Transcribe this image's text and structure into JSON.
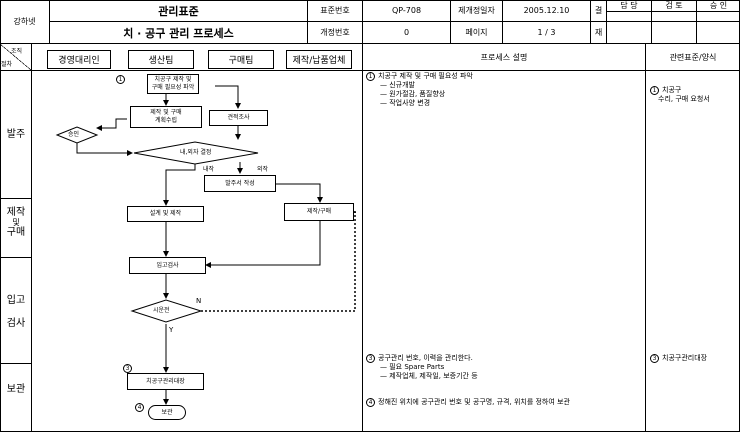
{
  "header": {
    "company": "강하넷",
    "doc_category": "관리표준",
    "doc_title": "치 · 공구 관리 프로세스",
    "std_no_label": "표준번호",
    "std_no_value": "QP-708",
    "rev_date_label": "제개정일자",
    "rev_date_value": "2005.12.10",
    "rev_no_label": "개정번호",
    "rev_no_value": "0",
    "page_label": "페이지",
    "page_value": "1 / 3",
    "approval_label_top": "결",
    "approval_label_bottom": "재",
    "approvers": [
      "담 당",
      "검 토",
      "승 인"
    ]
  },
  "columns": {
    "corner_top": "조직",
    "corner_bottom": "절차",
    "departments": [
      "경영대리인",
      "생산팀",
      "구매팀",
      "제작/납품업체"
    ],
    "process_desc": "프로세스 설명",
    "related_std": "관련표준/양식"
  },
  "phases": [
    {
      "line1": "발주",
      "line2": "",
      "line3": ""
    },
    {
      "line1": "제작",
      "line2": "및",
      "line3": "구매"
    },
    {
      "line1": "입고",
      "line2": "검사",
      "line3": ""
    },
    {
      "line1": "보관",
      "line2": "",
      "line3": ""
    }
  ],
  "flow": {
    "need": {
      "num": "1",
      "line1": "치공구 제작 및",
      "line2": "구매 필요성 파악"
    },
    "plan": {
      "line1": "제작 및 구매",
      "line2": "계획수립"
    },
    "quote": "견적조사",
    "approve": "승인",
    "decide": "내,외자 결정",
    "domestic": "내작",
    "foreign": "외작",
    "po": "발주서 작성",
    "design": "설계 및 제작",
    "vendor_make": "제작/구매",
    "receipt": "입고검사",
    "inspect": "시운전",
    "yes": "Y",
    "no": "N",
    "ledger": {
      "num": "3",
      "text": "치공구관리대장"
    },
    "store": {
      "num": "4",
      "text": "보관"
    }
  },
  "descriptions": {
    "d1": {
      "num": "1",
      "title": "치공구 제작 및 구매 필요성 파악",
      "bullets": [
        "— 신규개발",
        "— 원가절감, 품질향상",
        "— 작업사양 변경"
      ]
    },
    "d3": {
      "num": "3",
      "title": "공구관리 번호, 이력을 관리한다.",
      "bullets": [
        "— 필요 Spare Parts",
        "— 제작업체, 제작일, 보증기간 등"
      ]
    },
    "d4": {
      "num": "4",
      "title": "정해진 위치에 공구관리 번호 및 공구명, 규격, 위치를 정하여 보관"
    }
  },
  "related": {
    "r1": {
      "num": "1",
      "line1": "치공구",
      "line2": "수리, 구매 요청서"
    },
    "r3": {
      "num": "3",
      "line1": "치공구관리대장"
    }
  }
}
